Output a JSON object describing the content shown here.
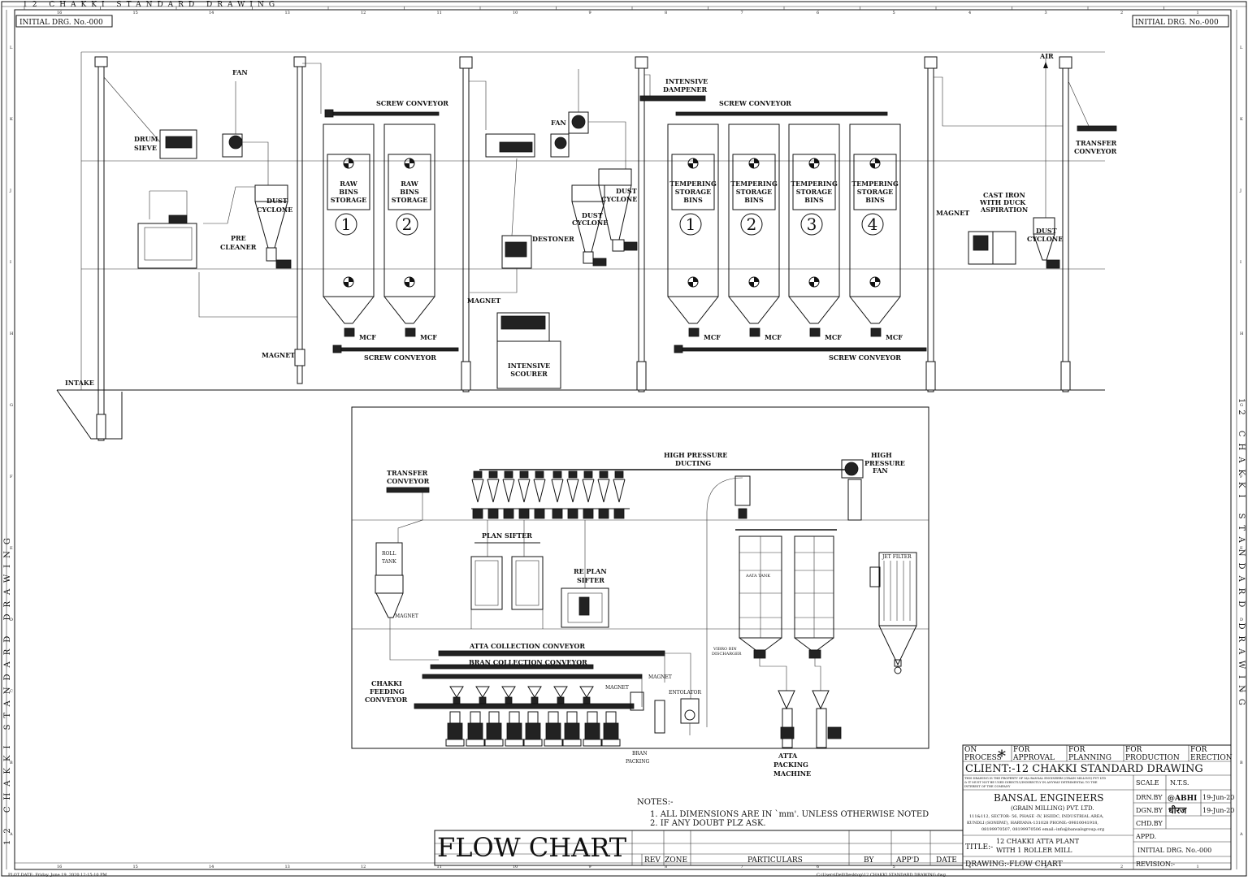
{
  "sheet": {
    "top_banner": "12 CHAKKI STANDARD DRAWING",
    "side_banner": "12 CHAKKI STANDARD DRAWING",
    "initial_drg_left": "INITIAL DRG. No.-000",
    "initial_drg_right": "INITIAL DRG. No.-000",
    "plot_date": "PLOT DATE:  Friday, June 19, 2020 12:15:10 PM",
    "file_path": "C:\\Users\\Dell\\Desktop\\12 CHAKKI STANDARD DRAWING.dwg",
    "col_numbers": [
      "16",
      "15",
      "14",
      "13",
      "12",
      "11",
      "10",
      "9",
      "8",
      "7",
      "6",
      "5",
      "4",
      "3",
      "2",
      "1"
    ],
    "row_letters": [
      "L",
      "K",
      "J",
      "I",
      "H",
      "G",
      "F",
      "E",
      "D",
      "C",
      "B",
      "A"
    ]
  },
  "upper_section": {
    "labels": {
      "fan_1": "FAN",
      "drum_sieve_1": "DRUM",
      "drum_sieve_2": "SIEVE",
      "dust_cyclone_1a": "DUST",
      "dust_cyclone_1b": "CYCLONE",
      "pre_cleaner_1": "PRE",
      "pre_cleaner_2": "CLEANER",
      "intake": "INTAKE",
      "magnet_1": "MAGNET",
      "screw_conveyor_top_1": "SCREW CONVEYOR",
      "screw_conveyor_bottom_1": "SCREW CONVEYOR",
      "raw_bin_1": [
        "RAW",
        "BINS",
        "STORAGE"
      ],
      "raw_bin_2": [
        "RAW",
        "BINS",
        "STORAGE"
      ],
      "raw_bin_num_1": "1",
      "raw_bin_num_2": "2",
      "mcf": "MCF",
      "fan_2": "FAN",
      "destoner": "DESTONER",
      "magnet_2": "MAGNET",
      "intensive_scourer_1": "INTENSIVE",
      "intensive_scourer_2": "SCOURER",
      "dust_cyclone_2a": "DUST",
      "dust_cyclone_2b": "CYCLONE",
      "dust_cyclone_3a": "DUST",
      "dust_cyclone_3b": "CYCLONE",
      "intensive_dampener_1": "INTENSIVE",
      "intensive_dampener_2": "DAMPENER",
      "screw_conveyor_top_2": "SCREW CONVEYOR",
      "screw_conveyor_bottom_2": "SCREW CONVEYOR",
      "tempering_bin": [
        "TEMPERING",
        "STORAGE",
        "BINS"
      ],
      "tempering_nums": [
        "1",
        "2",
        "3",
        "4"
      ],
      "magnet_3": "MAGNET",
      "cast_iron_1": "CAST IRON",
      "cast_iron_2": "WITH DUCK",
      "cast_iron_3": "ASPIRATION",
      "dust_cyclone_4a": "DUST",
      "dust_cyclone_4b": "CYCLONE",
      "air": "AIR",
      "transfer_conveyor_1": "TRANSFER",
      "transfer_conveyor_2": "CONVEYOR"
    }
  },
  "lower_section": {
    "labels": {
      "transfer_conveyor_1": "TRANSFER",
      "transfer_conveyor_2": "CONVEYOR",
      "high_pressure_ducting_1": "HIGH PRESSURE",
      "high_pressure_ducting_2": "DUCTING",
      "hp_fan_1": "HIGH",
      "hp_fan_2": "PRESSURE",
      "hp_fan_3": "FAN",
      "roll_tank_1": "ROLL",
      "roll_tank_2": "TANK",
      "magnet": "MAGNET",
      "plan_sifter": "PLAN SIFTER",
      "replan_sifter_1": "RE PLAN",
      "replan_sifter_2": "SIFTER",
      "atta_tank": "AATA TANK",
      "jet_filter": "JET FILTER",
      "atta_collection": "ATTA COLLECTION CONVEYOR",
      "bran_collection": "BRAN COLLECTION CONVEYOR",
      "chakki_feeding_1": "CHAKKI",
      "chakki_feeding_2": "FEEDING",
      "chakki_feeding_3": "CONVEYOR",
      "magnet_b": "MAGNET",
      "magnet_c": "MAGNET",
      "entoleter": "ENTOLATOR",
      "vibro_1": "VIBRO BIN",
      "vibro_2": "DISCHARGER",
      "bran_packing_1": "BRAN",
      "bran_packing_2": "PACKING",
      "atta_packing_1": "ATTA",
      "atta_packing_2": "PACKING",
      "atta_packing_3": "MACHINE"
    }
  },
  "notes": {
    "heading": "NOTES:-",
    "lines": [
      "1. ALL DIMENSIONS ARE IN `mm'. UNLESS OTHERWISE NOTED",
      "2. IF ANY DOUBT PLZ ASK."
    ]
  },
  "revision_table": {
    "flow_chart_title": "FLOW CHART",
    "headers": [
      "REV",
      "ZONE",
      "PARTICULARS",
      "BY",
      "APP'D",
      "DATE"
    ]
  },
  "title_block": {
    "status": [
      {
        "label": [
          "ON",
          "PROCESS"
        ],
        "marked": true
      },
      {
        "label": [
          "FOR",
          "APPROVAL"
        ],
        "marked": false
      },
      {
        "label": [
          "FOR",
          "PLANNING"
        ],
        "marked": false
      },
      {
        "label": [
          "FOR",
          "PRODUCTION"
        ],
        "marked": false
      },
      {
        "label": [
          "FOR",
          "ERECTION"
        ],
        "marked": false
      }
    ],
    "mark": "*",
    "client": "CLIENT:-12 CHAKKI STANDARD DRAWING",
    "disclaimer": [
      "THIS DRAWING IS THE PROPERTY OF M/s BANSAL ENGINEERS (GRAIN MILLING) PVT LTD",
      "& IT MUST NOT BE USED DIRECTLY/INDIRECTLY IN ANYWAY DETRIMENTAL TO THE",
      "INTEREST OF THE COMPANY"
    ],
    "company": "BANSAL ENGINEERS",
    "company_sub": "(GRAIN MILLING) PVT. LTD.",
    "address": [
      "111&112, SECTOR- 56, PHASE -IV, HSIIDC, INDUSTRIAL AREA,",
      "KUNDLI  (SONIPAT), HARYANA-131028 PHONE:-09810041918,",
      "08199970507, 08199970506  email:-info@bansalsgroup.org"
    ],
    "scale_label": "SCALE",
    "scale_value": "N.T.S.",
    "drn_label": "DRN.BY",
    "drn_value": "@ABHI",
    "drn_date": "19-Jun-20",
    "dgn_label": "DGN.BY",
    "dgn_value": "धीरज",
    "dgn_date": "19-Jun-20",
    "chd_label": "CHD.BY",
    "appd_label": "APPD.",
    "title_prefix": "TITLE:-",
    "title_lines": [
      "12 CHAKKI ATTA PLANT",
      "WITH 1 ROLLER MILL"
    ],
    "initial_drg": "INITIAL DRG. No.-000",
    "drawing": "DRAWING:-FLOW CHART",
    "revision": "REVISION:-"
  }
}
